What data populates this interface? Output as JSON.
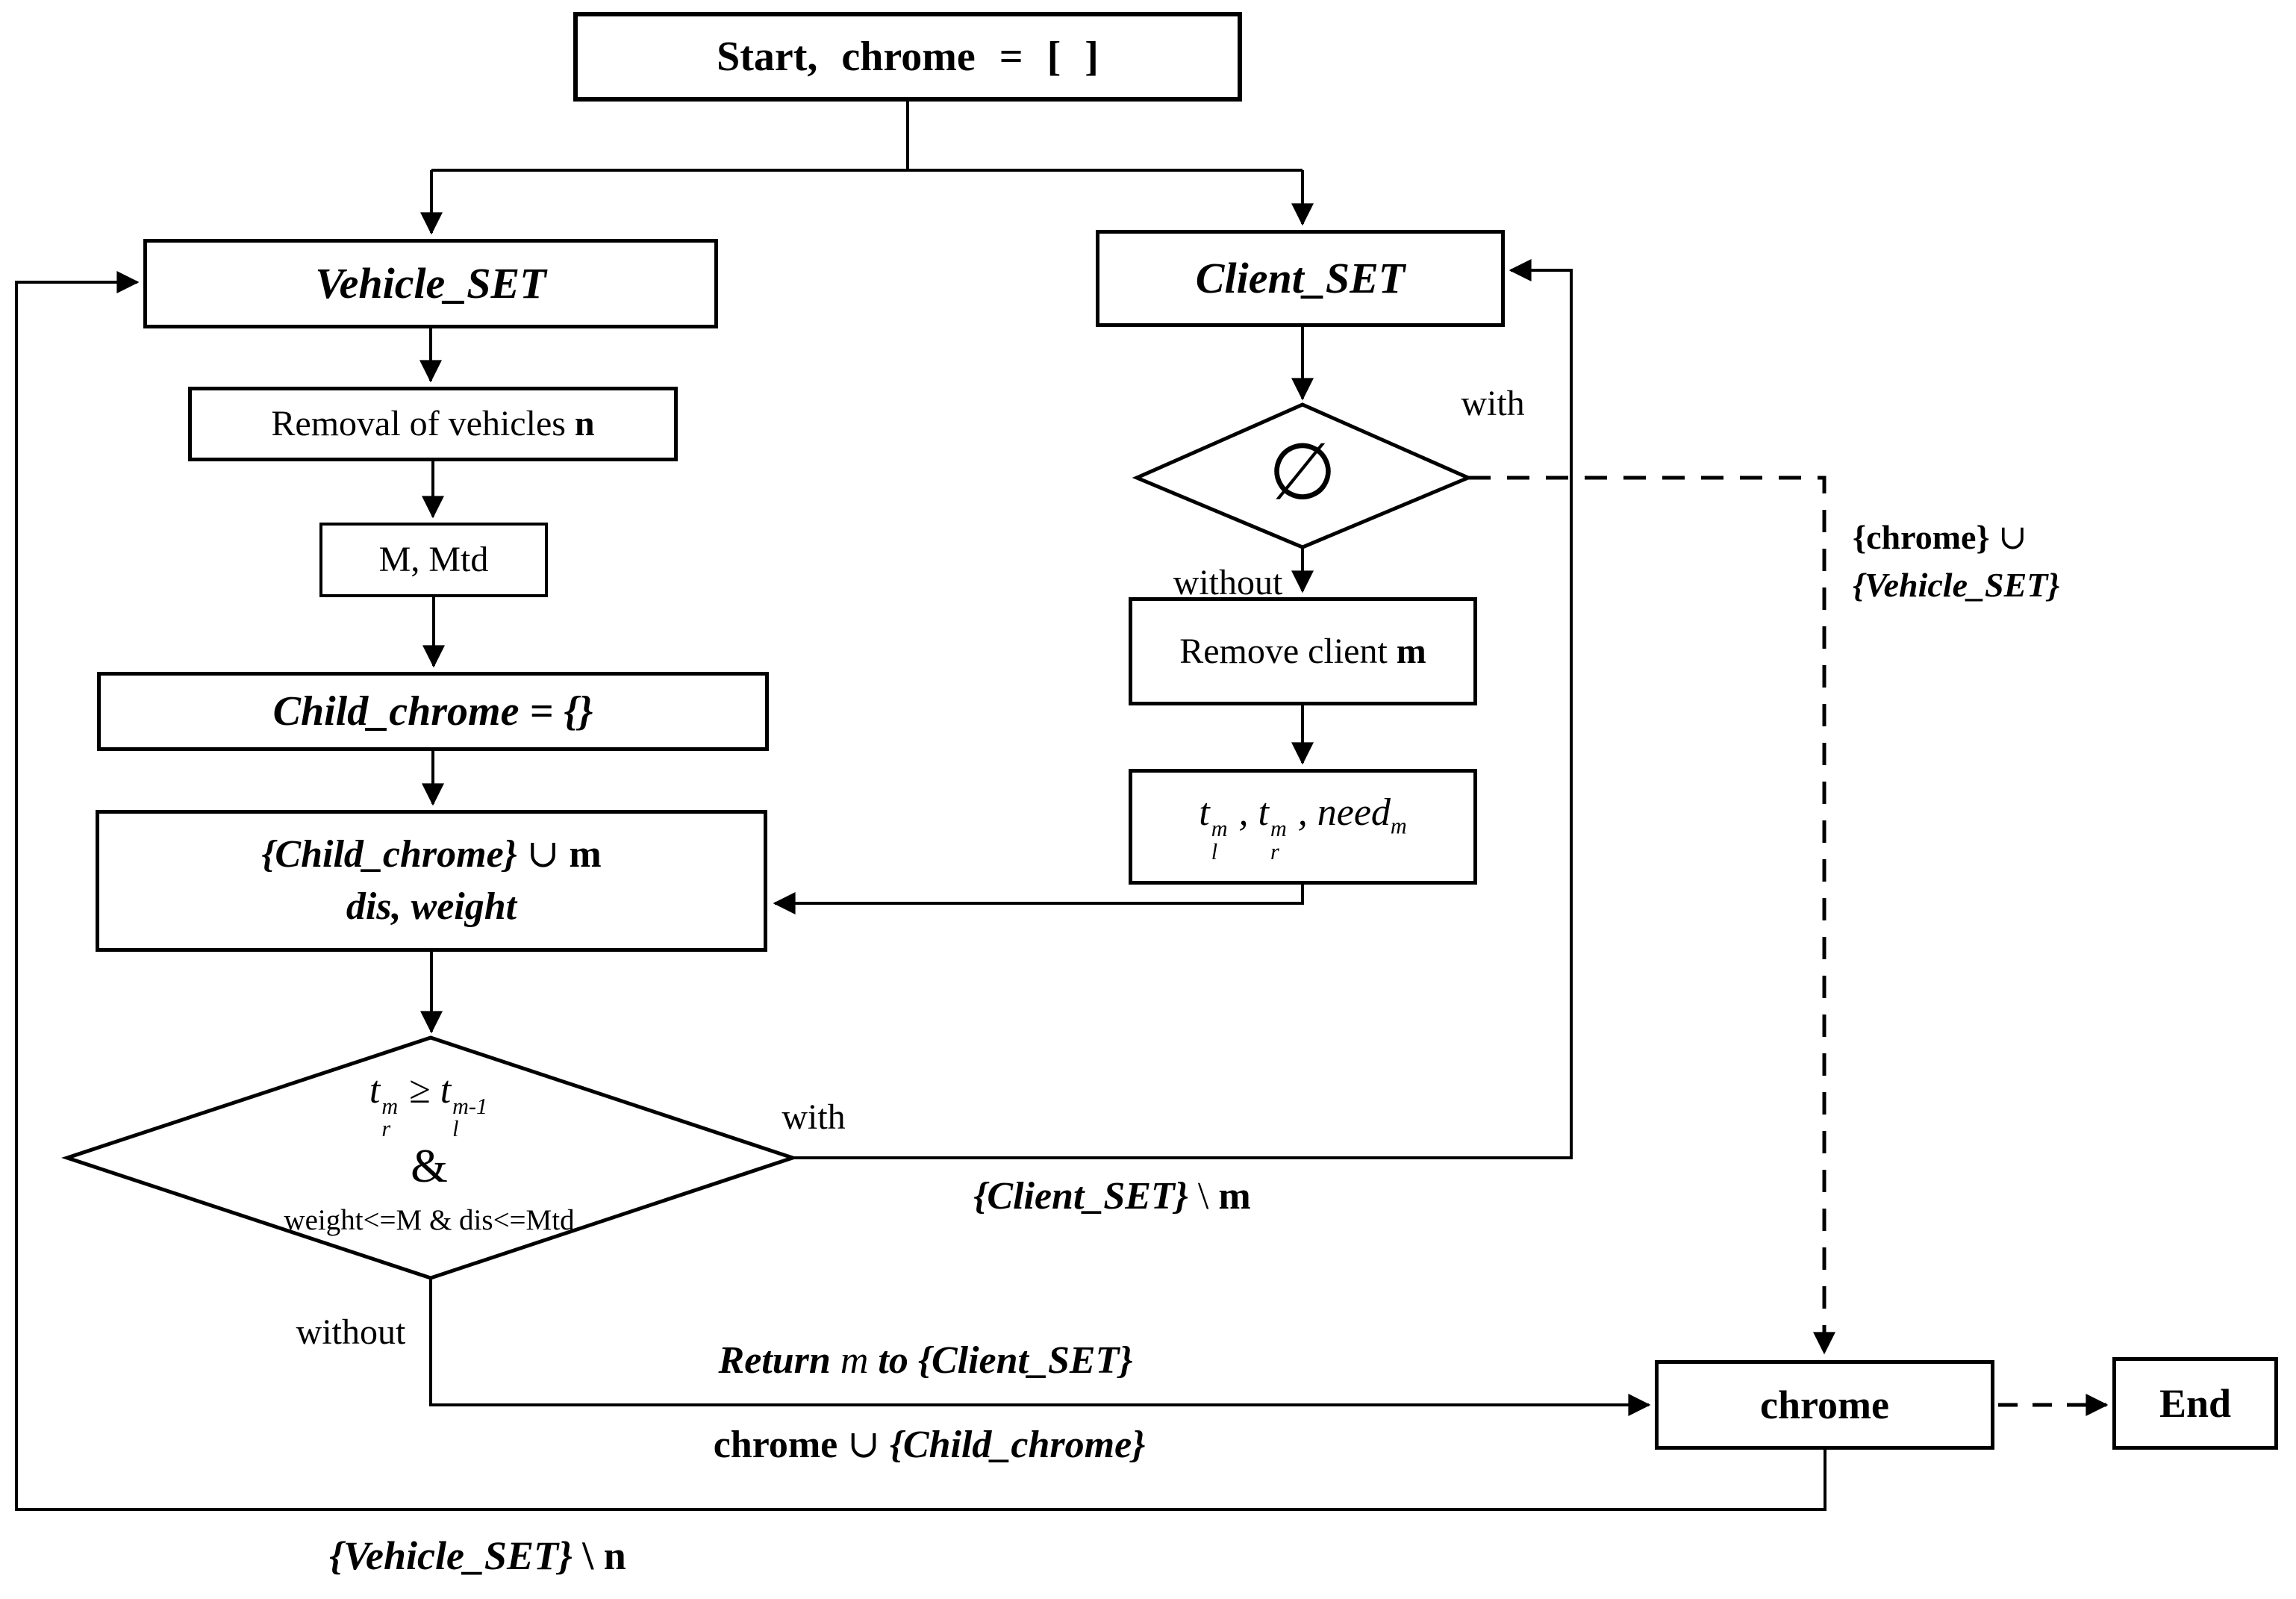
{
  "diagram": {
    "type": "flowchart",
    "colors": {
      "line": "#000000",
      "background": "#ffffff",
      "box_fill": "#ffffff"
    }
  },
  "nodes": {
    "start": {
      "label": "Start, chrome = [ ]"
    },
    "vehicle_set": {
      "label": "Vehicle_SET"
    },
    "removal": {
      "pre": "Removal of vehicles ",
      "bold": "n"
    },
    "m_mtd": {
      "label": "M, Mtd"
    },
    "child_chrome": {
      "label": "Child_chrome = {}"
    },
    "union_box": {
      "line1_set": "{Child_chrome}",
      "line1_op": " ∪ ",
      "line1_var": "m",
      "line2": "dis, weight"
    },
    "decision": {
      "t1": "t",
      "t1_sup": "m",
      "t1_sub": "r",
      "op": " ≥ ",
      "t2": "t",
      "t2_sup": "m-1",
      "t2_sub": "l",
      "amp": "&",
      "cond": "weight<=M & dis<=Mtd"
    },
    "client_set": {
      "label": "Client_SET"
    },
    "empty_check": {
      "symbol": "∅"
    },
    "remove_client": {
      "pre": "Remove client ",
      "bold": "m"
    },
    "t_need": {
      "t1": "t",
      "t1_sup": "m",
      "t1_sub": "l",
      "c1": " , ",
      "t2": "t",
      "t2_sup": "m",
      "t2_sub": "r",
      "c2": " , ",
      "word": "need",
      "word_sub": "m"
    },
    "chrome": {
      "label": "chrome"
    },
    "end": {
      "label": "End"
    }
  },
  "edge_labels": {
    "empty_with": "with",
    "empty_without": "without",
    "decision_with": "with",
    "decision_without": "without",
    "client_minus": {
      "set": "{Client_SET}",
      "op": " \\ ",
      "var": "m"
    },
    "return_label": {
      "p1": "Return ",
      "p2": "m",
      "p3": " to {Client_SET}"
    },
    "chrome_union": {
      "p1": "chrome",
      "p2": " ∪ ",
      "p3": "{Child_chrome}"
    },
    "chrome_vehicle": {
      "l1a": "{chrome}",
      "l1b": " ∪",
      "l2": "{Vehicle_SET}"
    },
    "vehicle_minus": {
      "set": "{Vehicle_SET}",
      "op": " \\ ",
      "var": "n"
    }
  }
}
